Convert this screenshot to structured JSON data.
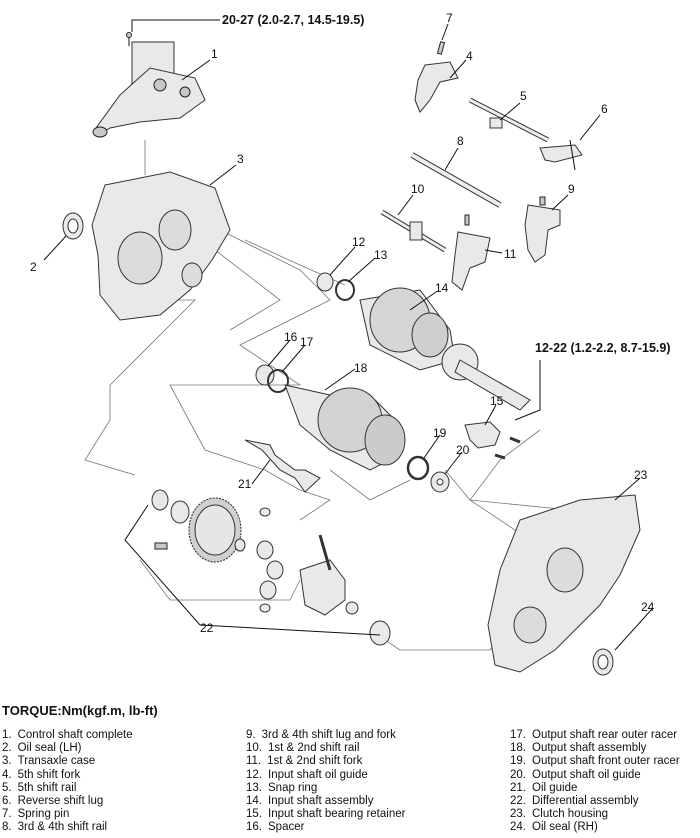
{
  "torque_callouts": [
    {
      "id": "top",
      "text": "20-27 (2.0-2.7, 14.5-19.5)"
    },
    {
      "id": "right",
      "text": "12-22 (1.2-2.2, 8.7-15.9)"
    }
  ],
  "callout_numbers": [
    "1",
    "2",
    "3",
    "4",
    "5",
    "6",
    "7",
    "8",
    "9",
    "10",
    "11",
    "12",
    "13",
    "14",
    "15",
    "16",
    "17",
    "18",
    "19",
    "20",
    "21",
    "22",
    "23",
    "24"
  ],
  "torque_title": "TORQUE:Nm(kgf.m, lb-ft)",
  "legend": {
    "col1": [
      {
        "num": "1.",
        "label": "Control shaft complete"
      },
      {
        "num": "2.",
        "label": "Oil seal (LH)"
      },
      {
        "num": "3.",
        "label": "Transaxle case"
      },
      {
        "num": "4.",
        "label": "5th shift fork"
      },
      {
        "num": "5.",
        "label": "5th shift rail"
      },
      {
        "num": "6.",
        "label": "Reverse shift lug"
      },
      {
        "num": "7.",
        "label": "Spring pin"
      },
      {
        "num": "8.",
        "label": "3rd & 4th shift rail"
      }
    ],
    "col2": [
      {
        "num": "9.",
        "label": "3rd & 4th shift lug and fork"
      },
      {
        "num": "10.",
        "label": "1st & 2nd shift rail"
      },
      {
        "num": "11.",
        "label": "1st & 2nd shift fork"
      },
      {
        "num": "12.",
        "label": "Input shaft oil guide"
      },
      {
        "num": "13.",
        "label": "Snap ring"
      },
      {
        "num": "14.",
        "label": "Input shaft assembly"
      },
      {
        "num": "15.",
        "label": "Input shaft bearing retainer"
      },
      {
        "num": "16.",
        "label": "Spacer"
      }
    ],
    "col3": [
      {
        "num": "17.",
        "label": "Output shaft rear outer racer"
      },
      {
        "num": "18.",
        "label": "Output shaft assembly"
      },
      {
        "num": "19.",
        "label": "Output shaft front outer racer"
      },
      {
        "num": "20.",
        "label": "Output shaft oil guide"
      },
      {
        "num": "21.",
        "label": "Oil guide"
      },
      {
        "num": "22.",
        "label": "Differential assembly"
      },
      {
        "num": "23.",
        "label": "Clutch housing"
      },
      {
        "num": "24.",
        "label": "Oil seal (RH)"
      }
    ]
  }
}
